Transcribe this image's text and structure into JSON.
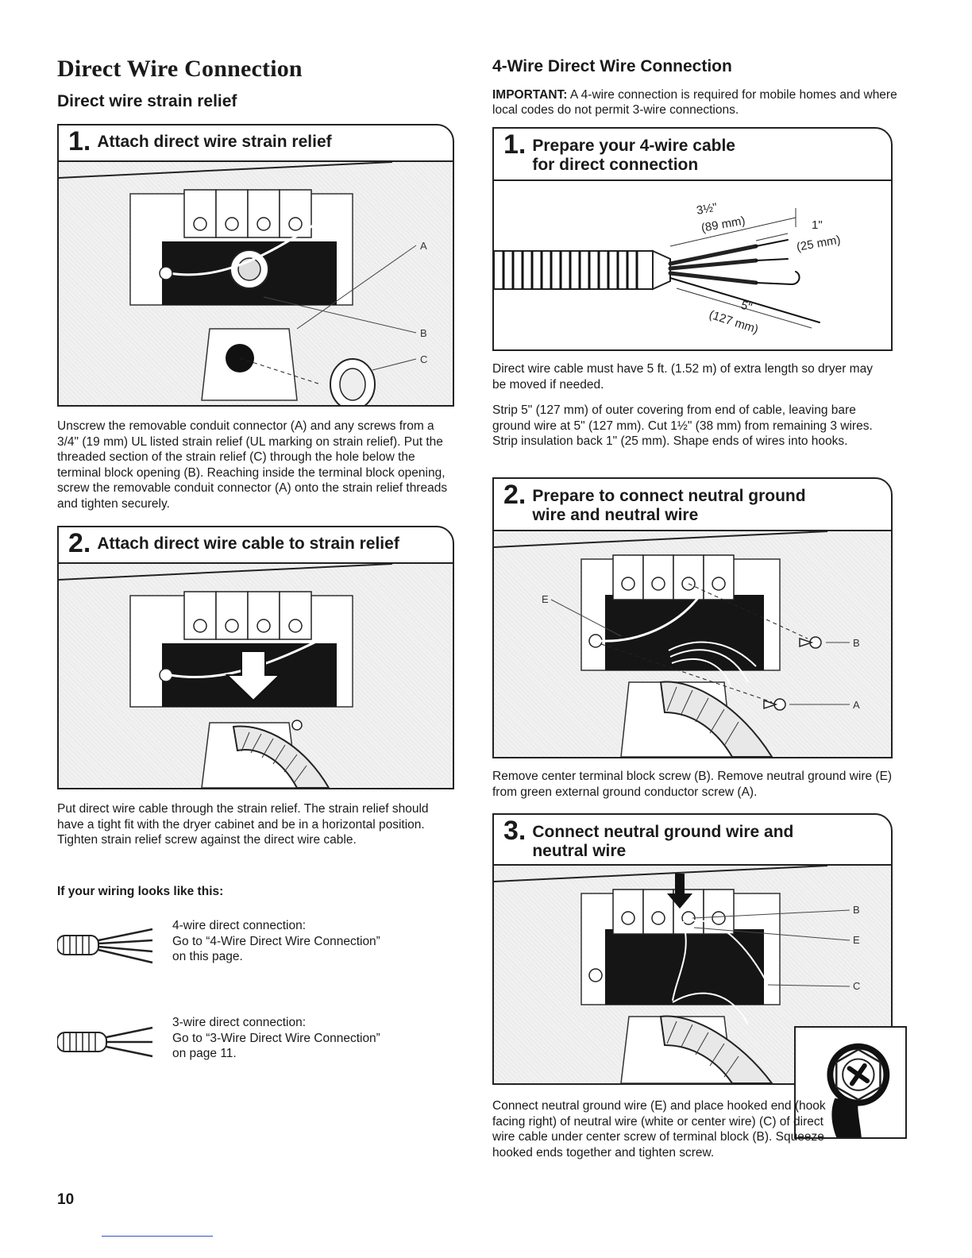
{
  "left": {
    "main_title": "Direct Wire Connection",
    "sub_title": "Direct wire strain relief",
    "step1": {
      "number": "1.",
      "title": "Attach direct wire strain relief",
      "labels": [
        "A",
        "B",
        "C"
      ],
      "body": "Unscrew the removable conduit connector (A) and any screws from a 3/4\" (19 mm) UL listed strain relief (UL marking on strain relief). Put the threaded section of the strain relief (C) through the hole below the terminal block opening (B). Reaching inside the terminal block opening, screw the removable conduit connector (A) onto the strain relief threads and tighten securely."
    },
    "step2": {
      "number": "2.",
      "title": "Attach direct wire cable to strain relief",
      "body": "Put direct wire cable through the strain relief. The strain relief should have a tight fit with the dryer cabinet and be in a horizontal position. Tighten strain relief screw against the direct wire cable."
    },
    "wiring": {
      "heading": "If your wiring looks like this:",
      "items": [
        {
          "icon": "four-wire-cable-icon",
          "line1": "4-wire direct connection:",
          "line2": "Go to “4-Wire Direct Wire Connection”",
          "line3": "on this page."
        },
        {
          "icon": "three-wire-cable-icon",
          "line1": "3-wire direct connection:",
          "line2": "Go to “3-Wire Direct Wire Connection”",
          "line3": "on page 11."
        }
      ]
    }
  },
  "right": {
    "title": "4-Wire Direct Wire Connection",
    "important_label": "IMPORTANT:",
    "important_text": " A 4-wire connection is required for mobile homes and where local codes do not permit 3-wire connections.",
    "step1": {
      "number": "1.",
      "title_line1": "Prepare your 4-wire cable",
      "title_line2": "for direct connection",
      "dim_a": "3½\"",
      "dim_a_mm": "(89 mm)",
      "dim_b": "1\"",
      "dim_b_mm": "(25 mm)",
      "dim_c": "5\"",
      "dim_c_mm": "(127 mm)",
      "body1": "Direct wire cable must have 5 ft. (1.52 m) of extra length so dryer may be moved if needed.",
      "body2": "Strip 5\" (127 mm) of outer covering from end of cable, leaving bare ground wire at 5\" (127 mm). Cut 1½\" (38 mm) from remaining 3 wires. Strip insulation back 1\" (25 mm). Shape ends of wires into hooks."
    },
    "step2": {
      "number": "2.",
      "title_line1": "Prepare to connect neutral ground",
      "title_line2": "wire and neutral wire",
      "labels": [
        "E",
        "B",
        "A"
      ],
      "body": "Remove center terminal block screw (B). Remove neutral ground wire (E) from green external ground conductor screw (A)."
    },
    "step3": {
      "number": "3.",
      "title_line1": "Connect neutral ground wire and",
      "title_line2": "neutral wire",
      "labels": [
        "B",
        "E",
        "C"
      ],
      "body": "Connect neutral ground wire (E) and place hooked end (hook facing right) of neutral wire (white or center wire) (C) of direct wire cable under center screw of terminal block (B). Squeeze hooked ends together and tighten screw."
    }
  },
  "page_number": "10"
}
